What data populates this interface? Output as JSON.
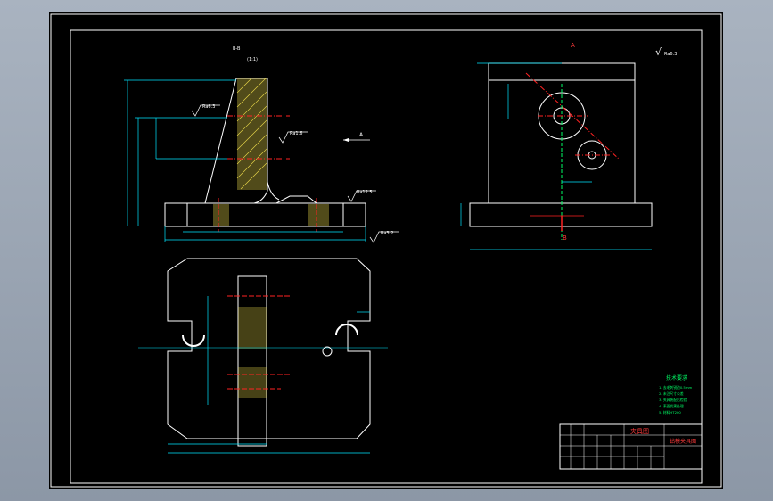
{
  "colors": {
    "background": "#000000",
    "frame": "#ffffff",
    "outline": "#ffffff",
    "dimension": "#00e5ff",
    "centerline": "#ff2222",
    "hatch": "#e8d84a",
    "annotation": "#00ff66",
    "title_accent": "#ff3b3b"
  },
  "drawing": {
    "section_label_top": "B-B",
    "section_label_small": "(1:1)",
    "view_label_a": "A",
    "view_label_b": "B",
    "view_label_arrow": "A",
    "roughness_symbol": "√",
    "roughness_general": "Ra6.3",
    "roughness_values": [
      "Ra6.3",
      "Ra1.6",
      "Ra12.5",
      "Ra3.2"
    ]
  },
  "tech_notes": {
    "heading": "技术要求",
    "lines": [
      "1. 去毛刺锐边0.5mm",
      "2. 未注尺寸公差",
      "3. 夹具装配后检验",
      "4. 表面发黑处理",
      "5. 材料HT200"
    ]
  },
  "title_block": {
    "title": "夹具图",
    "drawing_name": "钻模夹具图"
  }
}
